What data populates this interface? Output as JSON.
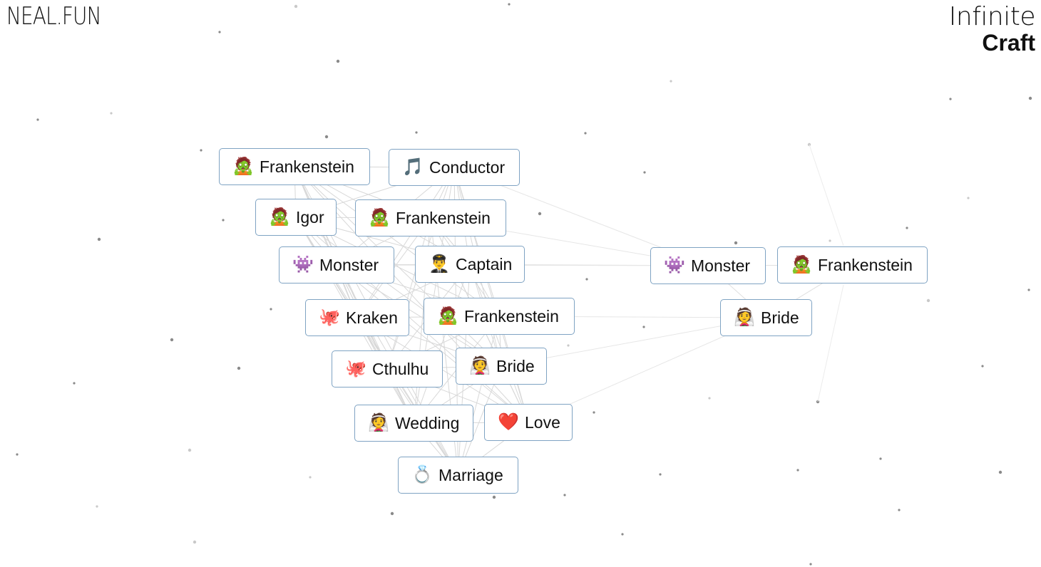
{
  "header": {
    "logo": "NEAL.FUN",
    "brand_line1": "Infinite",
    "brand_line2": "Craft"
  },
  "items": [
    {
      "name": "Frankenstein",
      "icon": "🧟"
    },
    {
      "name": "Conductor",
      "icon": "🎵"
    },
    {
      "name": "Igor",
      "icon": "🧟"
    },
    {
      "name": "Frankenstein",
      "icon": "🧟"
    },
    {
      "name": "Monster",
      "icon": "👾"
    },
    {
      "name": "Captain",
      "icon": "👨‍✈️"
    },
    {
      "name": "Kraken",
      "icon": "🐙"
    },
    {
      "name": "Frankenstein",
      "icon": "🧟"
    },
    {
      "name": "Cthulhu",
      "icon": "🐙"
    },
    {
      "name": "Bride",
      "icon": "👰"
    },
    {
      "name": "Wedding",
      "icon": "👰"
    },
    {
      "name": "Love",
      "icon": "❤️"
    },
    {
      "name": "Marriage",
      "icon": "💍"
    },
    {
      "name": "Monster",
      "icon": "👾"
    },
    {
      "name": "Frankenstein",
      "icon": "🧟"
    },
    {
      "name": "Bride",
      "icon": "👰"
    }
  ]
}
